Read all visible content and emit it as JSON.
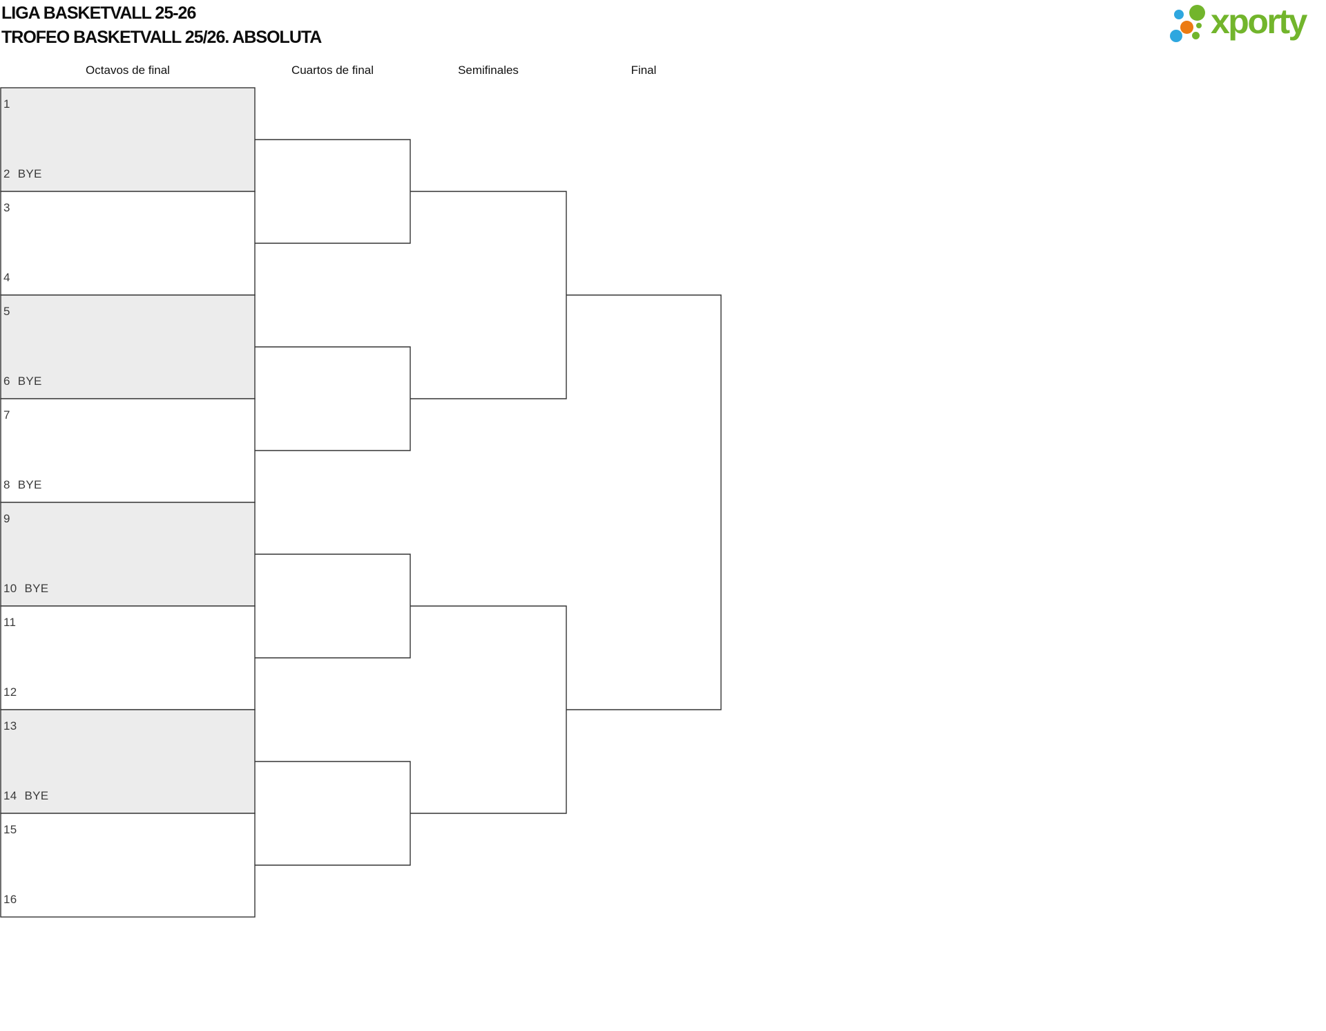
{
  "header": {
    "title_line1": "LIGA BASKETVALL 25-26",
    "title_line2": "TROFEO BASKETVALL 25/26. ABSOLUTA"
  },
  "logo": {
    "wordmark": "xporty",
    "colors": {
      "green": "#72b52c",
      "blue": "#2ea7df",
      "orange": "#ec7b12"
    }
  },
  "rounds": [
    {
      "label": "Octavos de final"
    },
    {
      "label": "Cuartos de final"
    },
    {
      "label": "Semifinales"
    },
    {
      "label": "Final"
    }
  ],
  "bracket": {
    "colors": {
      "line": "#333333",
      "shaded_box": "#ececec",
      "slot_text": "#3a3a3a"
    },
    "slots": [
      {
        "num": "1",
        "name": ""
      },
      {
        "num": "2",
        "name": "BYE"
      },
      {
        "num": "3",
        "name": ""
      },
      {
        "num": "4",
        "name": ""
      },
      {
        "num": "5",
        "name": ""
      },
      {
        "num": "6",
        "name": "BYE"
      },
      {
        "num": "7",
        "name": ""
      },
      {
        "num": "8",
        "name": "BYE"
      },
      {
        "num": "9",
        "name": ""
      },
      {
        "num": "10",
        "name": "BYE"
      },
      {
        "num": "11",
        "name": ""
      },
      {
        "num": "12",
        "name": ""
      },
      {
        "num": "13",
        "name": ""
      },
      {
        "num": "14",
        "name": "BYE"
      },
      {
        "num": "15",
        "name": ""
      },
      {
        "num": "16",
        "name": ""
      }
    ]
  }
}
